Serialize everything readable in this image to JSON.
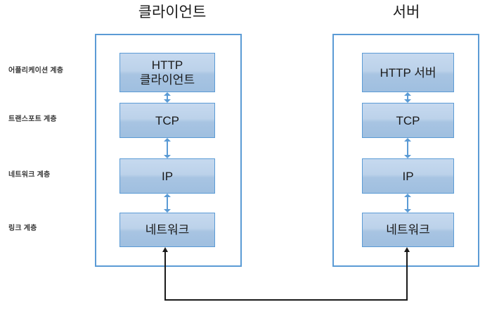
{
  "diagram": {
    "columns": [
      {
        "id": "client",
        "title": "클라이언트",
        "layers": [
          {
            "id": "application",
            "label": "HTTP\n클라이언트"
          },
          {
            "id": "transport",
            "label": "TCP"
          },
          {
            "id": "network",
            "label": "IP"
          },
          {
            "id": "link",
            "label": "네트워크"
          }
        ]
      },
      {
        "id": "server",
        "title": "서버",
        "layers": [
          {
            "id": "application",
            "label": "HTTP 서버"
          },
          {
            "id": "transport",
            "label": "TCP"
          },
          {
            "id": "network",
            "label": "IP"
          },
          {
            "id": "link",
            "label": "네트워크"
          }
        ]
      }
    ],
    "layer_labels": [
      {
        "id": "application",
        "text": "어플리케이션 계층"
      },
      {
        "id": "transport",
        "text": "트랜스포트 계층"
      },
      {
        "id": "network",
        "text": "네트워크 계층"
      },
      {
        "id": "link",
        "text": "링크 계층"
      }
    ],
    "connectors": {
      "interlayer_arrow": "double-headed-vertical-arrow",
      "physical_link": "black-bidirectional-connector"
    },
    "colors": {
      "box_border": "#5b9bd5",
      "box_fill_top": "#c6d9ef",
      "box_fill_bottom": "#9fbfe0",
      "arrow": "#5b9bd5",
      "connector": "#1a1a1a",
      "label_text": "#3a3a3a",
      "background": "#ffffff"
    }
  }
}
